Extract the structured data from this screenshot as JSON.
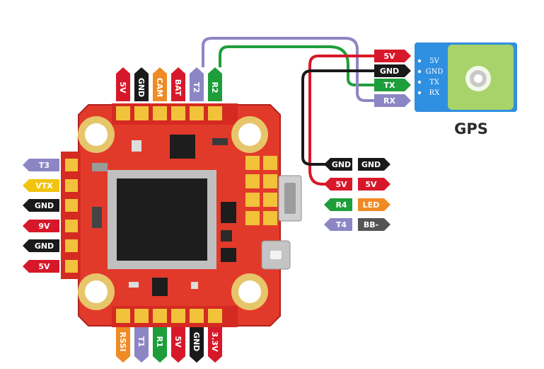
{
  "colors": {
    "red": "#d7182a",
    "black": "#1a1a1a",
    "orange": "#f08a24",
    "purple": "#8c86c4",
    "green": "#1e9e3a",
    "yellow": "#f1c40f",
    "gray": "#555555",
    "board": "#e23a2a",
    "gps_blue": "#2f8fe0",
    "gps_antenna": "#a8d36a"
  },
  "top_pins": [
    "5V",
    "GND",
    "CAM",
    "BAT",
    "T2",
    "R2"
  ],
  "bottom_pins": [
    "RSSI",
    "T1",
    "R1",
    "5V",
    "GND",
    "3.3V"
  ],
  "left_pins": [
    "T3",
    "VTX",
    "GND",
    "9V",
    "GND",
    "5V"
  ],
  "gps_wires": [
    "5V",
    "GND",
    "TX",
    "RX"
  ],
  "gps_pins": [
    "5V",
    "GND",
    "TX",
    "RX"
  ],
  "gps_label": "GPS",
  "right_pairs": [
    {
      "board": "GND",
      "ext": "GND"
    },
    {
      "board": "5V",
      "ext": "5V"
    },
    {
      "board": "R4",
      "ext": "LED"
    },
    {
      "board": "T4",
      "ext": "BB-"
    }
  ]
}
